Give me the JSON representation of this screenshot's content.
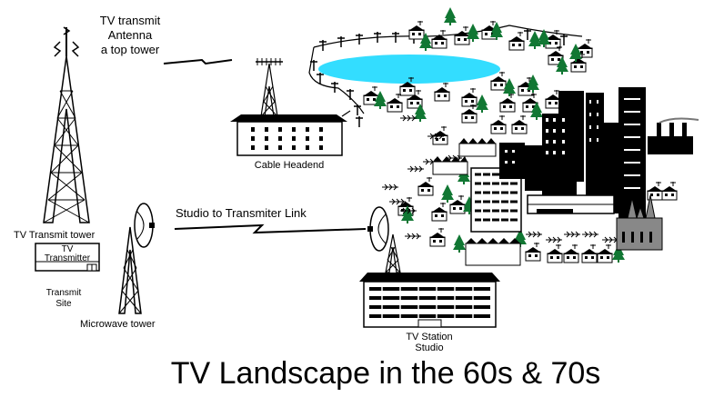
{
  "labels": {
    "antenna_line1": "TV transmit",
    "antenna_line2": "Antenna",
    "antenna_line3": "a top tower",
    "transmit_tower": "TV Transmit tower",
    "transmitter_line1": "TV",
    "transmitter_line2": "Transmitter",
    "transmit_site_line1": "Transmit",
    "transmit_site_line2": "Site",
    "microwave_tower": "Microwave tower",
    "studio_link": "Studio to Transmiter Link",
    "cable_headend": "Cable Headend",
    "station_line1": "TV Station",
    "station_line2": "Studio"
  },
  "title": "TV Landscape in the 60s & 70s",
  "colors": {
    "lake": "#33ddff",
    "ink": "#000000",
    "tree": "#117733",
    "paper": "#ffffff"
  },
  "icons": [
    "transmit-tower-icon",
    "microwave-dish-icon",
    "cable-headend-icon",
    "city-skyline-icon",
    "factory-icon",
    "cathedral-icon",
    "house-icon",
    "tree-icon",
    "lake-icon",
    "lightning-bolt-icon"
  ]
}
